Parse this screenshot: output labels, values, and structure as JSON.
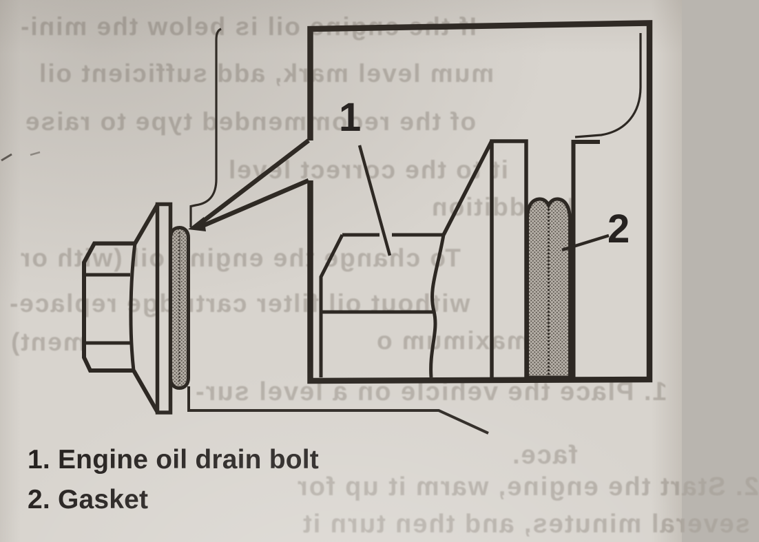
{
  "figure": {
    "callouts": [
      {
        "label": "1"
      },
      {
        "label": "2"
      }
    ],
    "legend": [
      {
        "text": "1. Engine oil drain bolt"
      },
      {
        "text": "2. Gasket"
      }
    ]
  },
  "bleedthrough_mirrored_text": {
    "lines": [
      "If the engine oil is below the mini-",
      "mum level mark, add sufficient oil",
      "of the recommended type to raise",
      "it to the correct level",
      "In addition",
      "To change the engine oil (with or",
      "without oil filter cartridge replace-",
      "ment)",
      "a maximum o",
      "1. Place the vehicle on a level sur-",
      "face.",
      "2. Start the engine, warm it up for",
      "several minutes, and then turn it"
    ]
  },
  "colors": {
    "page_bg": "#d8d4ce",
    "line_dark": "#2d2823",
    "bleed_text": "#a8a29a",
    "gasket_bg": "#b6b0a8",
    "gasket_dot": "#5e5851",
    "caption": "#262220"
  }
}
